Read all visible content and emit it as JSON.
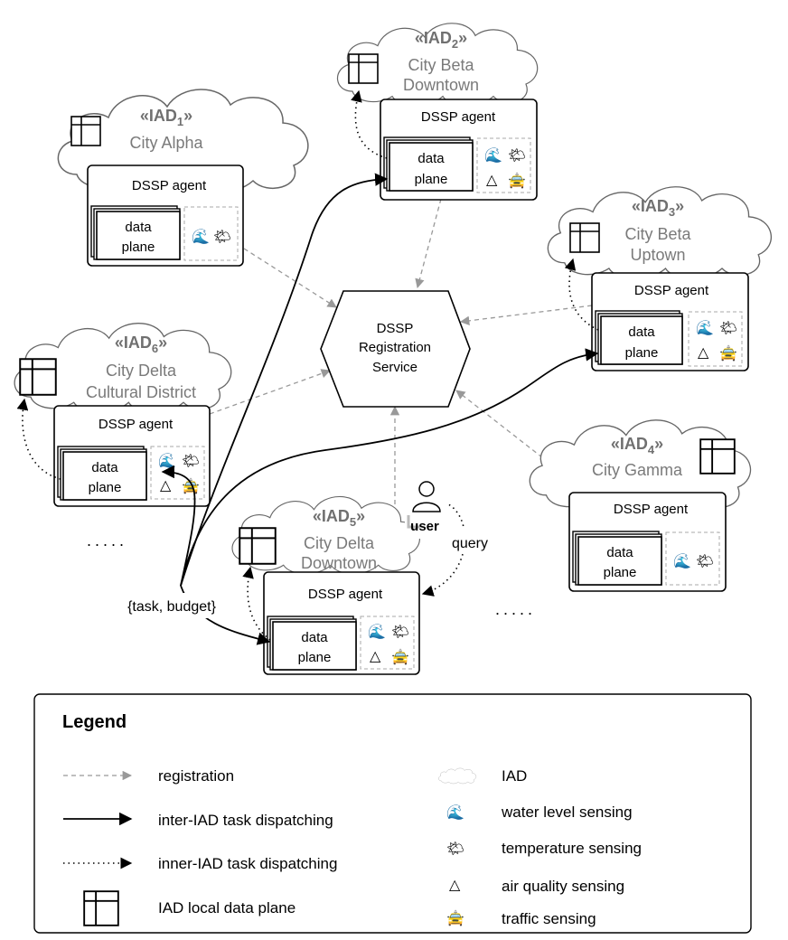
{
  "service": {
    "line1": "DSSP",
    "line2": "Registration",
    "line3": "Service"
  },
  "agent_label": "DSSP agent",
  "data_plane": {
    "line1": "data",
    "line2": "plane"
  },
  "iads": {
    "iad1": {
      "tag_prefix": "«IAD",
      "sub": "1",
      "tag_suffix": "»",
      "name_lines": [
        "City Alpha"
      ]
    },
    "iad2": {
      "tag_prefix": "«IAD",
      "sub": "2",
      "tag_suffix": "»",
      "name_lines": [
        "City Beta",
        "Downtown"
      ]
    },
    "iad3": {
      "tag_prefix": "«IAD",
      "sub": "3",
      "tag_suffix": "»",
      "name_lines": [
        "City Beta",
        "Uptown"
      ]
    },
    "iad4": {
      "tag_prefix": "«IAD",
      "sub": "4",
      "tag_suffix": "»",
      "name_lines": [
        "City Gamma"
      ]
    },
    "iad5": {
      "tag_prefix": "«IAD",
      "sub": "5",
      "tag_suffix": "»",
      "name_lines": [
        "City Delta",
        "Downtown"
      ]
    },
    "iad6": {
      "tag_prefix": "«IAD",
      "sub": "6",
      "tag_suffix": "»",
      "name_lines": [
        "City Delta",
        "Cultural District"
      ]
    }
  },
  "user_label": "user",
  "query_label": "query",
  "task_label": "{task, budget}",
  "ellipsis": ".....",
  "sensors": {
    "water": "🌊",
    "temperature": "🌤",
    "air": "△",
    "traffic": "🚖"
  },
  "legend": {
    "title": "Legend",
    "registration": "registration",
    "inter": "inter-IAD task dispatching",
    "inner": "inner-IAD task dispatching",
    "local_plane": "IAD local data plane",
    "iad": "IAD",
    "water": "water level sensing",
    "temperature": "temperature sensing",
    "air": "air quality sensing",
    "traffic": "traffic sensing"
  },
  "colors": {
    "registration_line": "#999999",
    "iad_text": "#7a7a7a",
    "water": "#2a6fd6",
    "sun": "#f2b400",
    "taxi": "#f0b400"
  }
}
